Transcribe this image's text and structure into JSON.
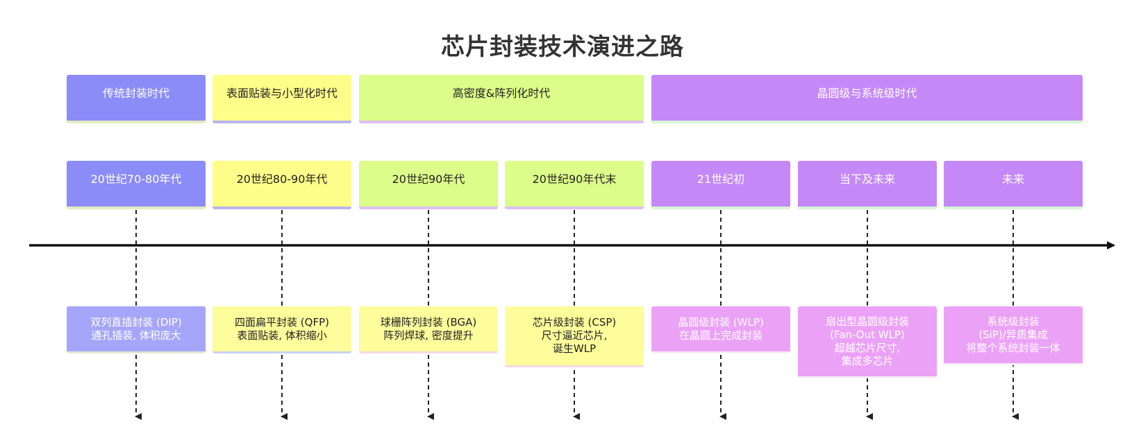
{
  "title": "芯片封装技术演进之路",
  "eras": [
    {
      "label": "传统封装时代",
      "color": "#8b8cf7"
    },
    {
      "label": "表面贴装与小型化时代",
      "color": "#fdfd8a"
    },
    {
      "label": "高密度&阵列化时代",
      "color": "#dcfd8a"
    },
    {
      "label": "晶圆级与系统级时代",
      "color": "#c489f7"
    }
  ],
  "periods": [
    {
      "label": "20世纪70-80年代"
    },
    {
      "label": "20世纪80-90年代"
    },
    {
      "label": "20世纪90年代"
    },
    {
      "label": "20世纪90年代末"
    },
    {
      "label": "21世纪初"
    },
    {
      "label": "当下及未来"
    },
    {
      "label": "未来"
    }
  ],
  "technologies": [
    {
      "text": "双列直插封装 (DIP)\n通孔插装, 体积庞大"
    },
    {
      "text": "四面扁平封装 (QFP)\n表面贴装, 体积缩小"
    },
    {
      "text": "球栅阵列封装 (BGA)\n阵列焊球, 密度提升"
    },
    {
      "text": "芯片级封装 (CSP)\n尺寸逼近芯片,\n诞生WLP"
    },
    {
      "text": "晶圆级封装 (WLP)\n在晶圆上完成封装"
    },
    {
      "text": "扇出型晶圆级封装\n(Fan-Out WLP)\n超越芯片尺寸,\n集成多芯片"
    },
    {
      "text": "系统级封装\n(SiP)/异质集成\n将整个系统封装一体"
    }
  ]
}
